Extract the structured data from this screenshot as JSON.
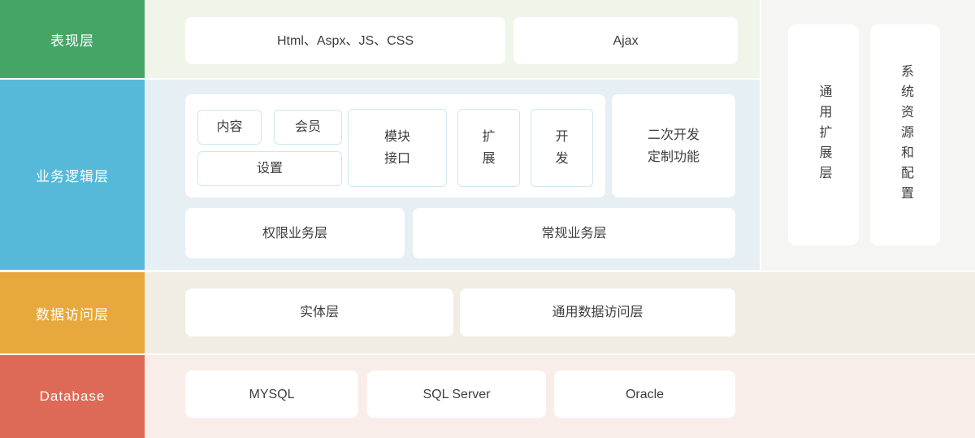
{
  "diagram_title": "Web application layered architecture",
  "colors": {
    "presentation_accent": "#45a567",
    "business_accent": "#57b9d9",
    "data_access_accent": "#e7a93d",
    "database_accent": "#dd6a57",
    "presentation_bg": "#eff5e9",
    "business_bg": "#e6eff3",
    "data_access_bg": "#f2ede2",
    "database_bg": "#f9edea",
    "right_panel_bg": "#f5f5f3",
    "inner_box_border": "#cde7f1",
    "text": "#3d3d3d"
  },
  "sidebar": {
    "layers": [
      {
        "label": "表现层"
      },
      {
        "label": "业务逻辑层"
      },
      {
        "label": "数据访问层"
      },
      {
        "label": "Database"
      }
    ]
  },
  "presentation": {
    "boxes": [
      "Html、Aspx、JS、CSS",
      "Ajax"
    ]
  },
  "business": {
    "module_group": {
      "items": [
        "内容",
        "会员",
        "设置",
        "模块\n接口",
        "扩\n展",
        "开\n发"
      ]
    },
    "secondary_dev": "二次开发\n定制功能",
    "sub_layers": [
      "权限业务层",
      "常规业务层"
    ]
  },
  "data_access": {
    "boxes": [
      "实体层",
      "通用数据访问层"
    ]
  },
  "database": {
    "boxes": [
      "MYSQL",
      "SQL Server",
      "Oracle"
    ]
  },
  "right_panel": {
    "boxes": [
      "通用扩展层",
      "系统资源和配置"
    ]
  }
}
